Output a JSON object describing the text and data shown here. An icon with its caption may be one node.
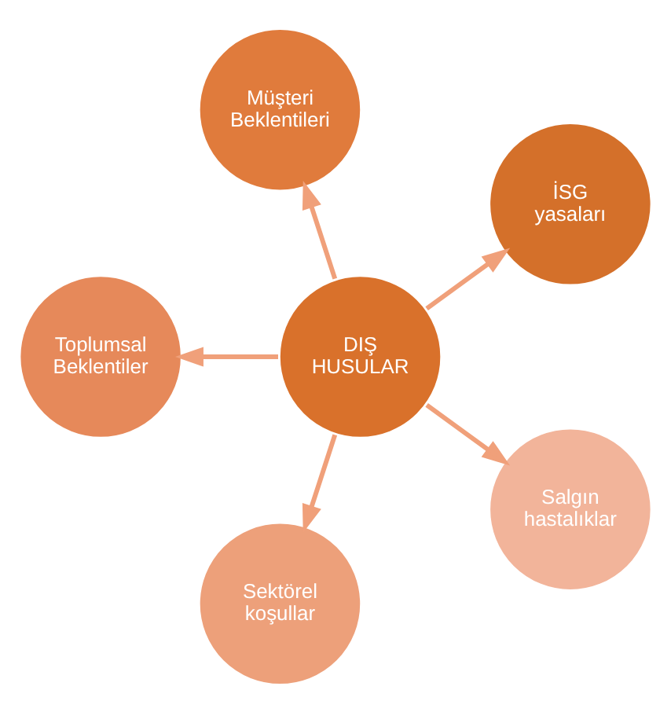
{
  "diagram": {
    "nodes": [
      {
        "text": [
          "DIŞ HUSULAR"
        ]
      },
      {
        "text": [
          "İSG yasaları"
        ]
      },
      {
        "text": [
          "Müşteri Beklentileri"
        ]
      },
      {
        "text": [
          "Toplumsal Beklentiler"
        ]
      },
      {
        "text": [
          "Sektörel koşullar"
        ]
      },
      {
        "text": [
          "Salgın hastalıklar"
        ]
      }
    ],
    "edges": [
      {
        "from": 0,
        "to": 1,
        "arrow": "to"
      },
      {
        "from": 0,
        "to": 2,
        "arrow": "to"
      },
      {
        "from": 0,
        "to": 3,
        "arrow": "to"
      },
      {
        "from": 0,
        "to": 4,
        "arrow": "to"
      },
      {
        "from": 0,
        "to": 5,
        "arrow": "to"
      }
    ]
  }
}
